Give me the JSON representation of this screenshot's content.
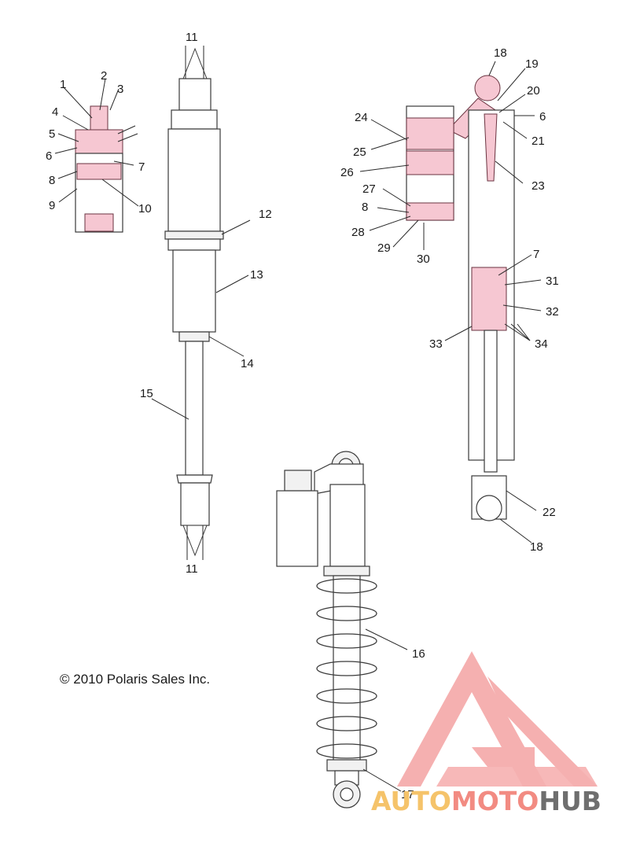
{
  "diagram": {
    "copyright": "© 2010 Polaris Sales Inc.",
    "callouts": {
      "c1": "1",
      "c2": "2",
      "c3": "3",
      "c4": "4",
      "c5": "5",
      "c6a": "6",
      "c7a": "7",
      "c8a": "8",
      "c9": "9",
      "c10": "10",
      "c11top": "11",
      "c11bot": "11",
      "c12": "12",
      "c13": "13",
      "c14": "14",
      "c15": "15",
      "c16": "16",
      "c17": "17",
      "c18top": "18",
      "c18bot": "18",
      "c19": "19",
      "c20": "20",
      "c6b": "6",
      "c21": "21",
      "c22": "22",
      "c23": "23",
      "c24": "24",
      "c25": "25",
      "c26": "26",
      "c27": "27",
      "c8b": "8",
      "c28": "28",
      "c29": "29",
      "c30": "30",
      "c7b": "7",
      "c31": "31",
      "c32": "32",
      "c33": "33",
      "c34": "34"
    }
  },
  "watermark": {
    "part1": "AUTO",
    "part2": "MOTO",
    "part3": "HUB",
    "colors": {
      "auto": "#f5c36a",
      "moto": "#f28b82",
      "hub": "#6e6e6e",
      "logo": "#f4a3a3"
    }
  }
}
